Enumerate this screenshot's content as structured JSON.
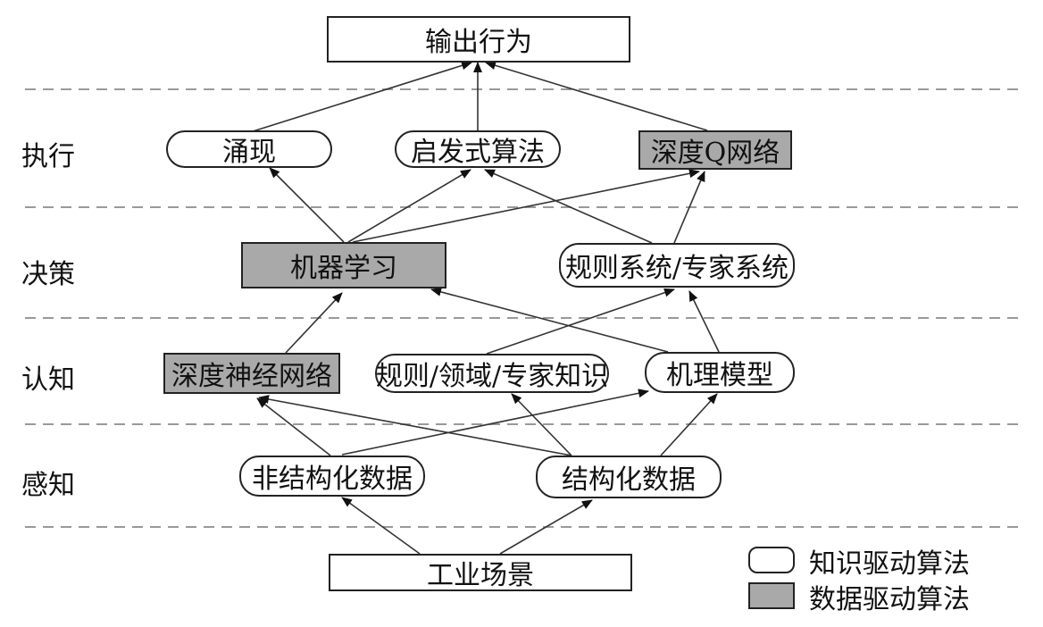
{
  "layers": {
    "execute": "执行",
    "decide": "决策",
    "cognize": "认知",
    "perceive": "感知"
  },
  "nodes": {
    "output": "输出行为",
    "emergence": "涌现",
    "heuristic": "启发式算法",
    "dqn": "深度Q网络",
    "ml": "机器学习",
    "rule_system": "规则系统/专家系统",
    "dnn": "深度神经网络",
    "rule_knowledge": "规则/领域/专家知识",
    "mechanism": "机理模型",
    "unstructured": "非结构化数据",
    "structured": "结构化数据",
    "scene": "工业场景"
  },
  "legend": {
    "knowledge": "知识驱动算法",
    "data": "数据驱动算法"
  },
  "colors": {
    "data_driven_fill": "#a9a9a9",
    "knowledge_driven_fill": "#ffffff",
    "line": "#333333",
    "dash": "#999999"
  }
}
